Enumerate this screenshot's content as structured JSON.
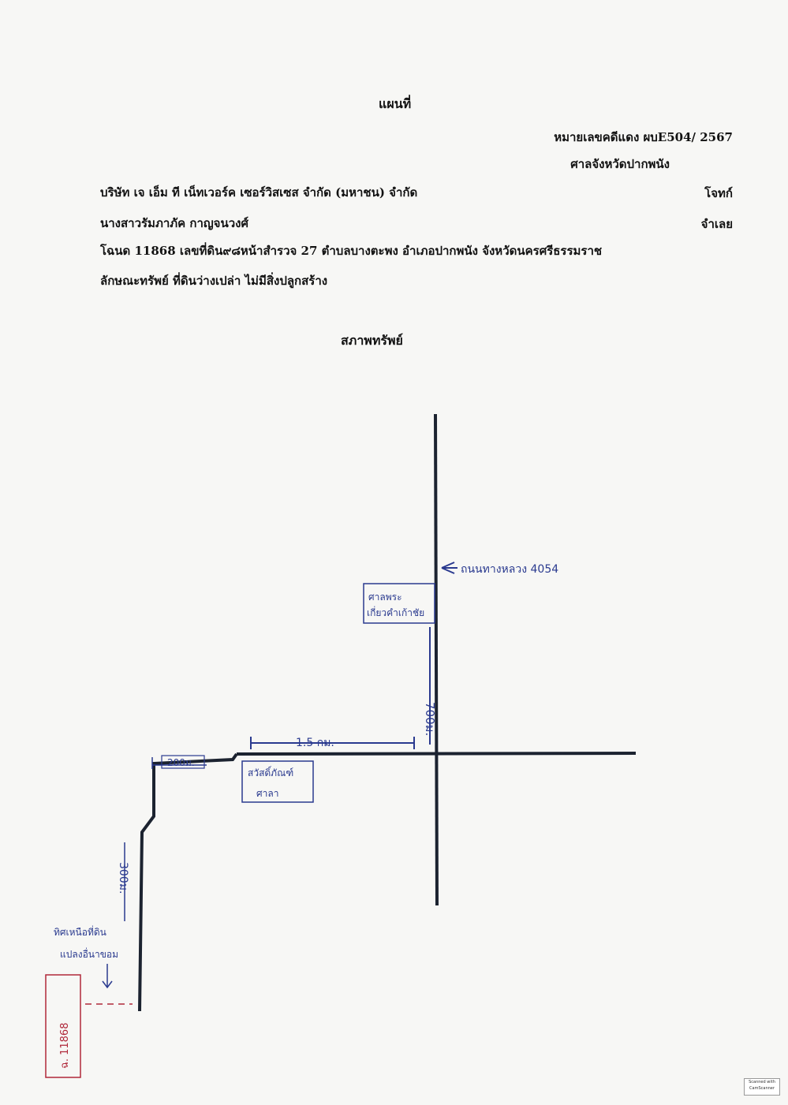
{
  "header": {
    "title": "แผนที่",
    "case_number": "หมายเลขคดีแดง ผบE504/ 2567",
    "court": "ศาลจังหวัดปากพนัง"
  },
  "parties": {
    "plaintiff": "บริษัท เจ เอ็ม ที เน็ทเวอร์ค เซอร์วิสเซส จำกัด (มหาชน) จำกัด",
    "plaintiff_role": "โจทก์",
    "defendant": "นางสาวรัมภาภัค กาญจนวงศ์",
    "defendant_role": "จำเลย"
  },
  "property": {
    "deed": "โฉนด 11868 เลขที่ดิน๙๘หน้าสำรวจ 27 ตำบลบางตะพง   อำเภอปากพนัง  จังหวัดนครศรีธรรมราช",
    "nature": "ลักษณะทรัพย์ ที่ดินว่างเปล่า ไม่มีสิ่งปลูกสร้าง"
  },
  "map": {
    "section_title": "สภาพทรัพย์",
    "highway_label": "ถนนทางหลวง 4054",
    "shrine_label_1": "ศาลพระ",
    "shrine_label_2": "เกี่ยวคำเก้าชัย",
    "distance_700": "700ม.",
    "distance_1_5km": "1.5 กม.",
    "distance_200": "200ม.",
    "landmark_1": "สวัสดิ์ภัณฑ์",
    "landmark_2": "ศาลา",
    "distance_300": "300ม.",
    "parcel_note_1": "ทิศเหนือที่ดิน",
    "parcel_note_2": "แปลงอื่นาขอม",
    "parcel_id": "ฉ. 11868"
  },
  "footer": {
    "scanner_label_1": "Scanned with",
    "scanner_label_2": "CamScanner"
  },
  "colors": {
    "ink": "#1c2330",
    "pen_blue": "#2a3a8f",
    "pen_red": "#b0283a"
  }
}
